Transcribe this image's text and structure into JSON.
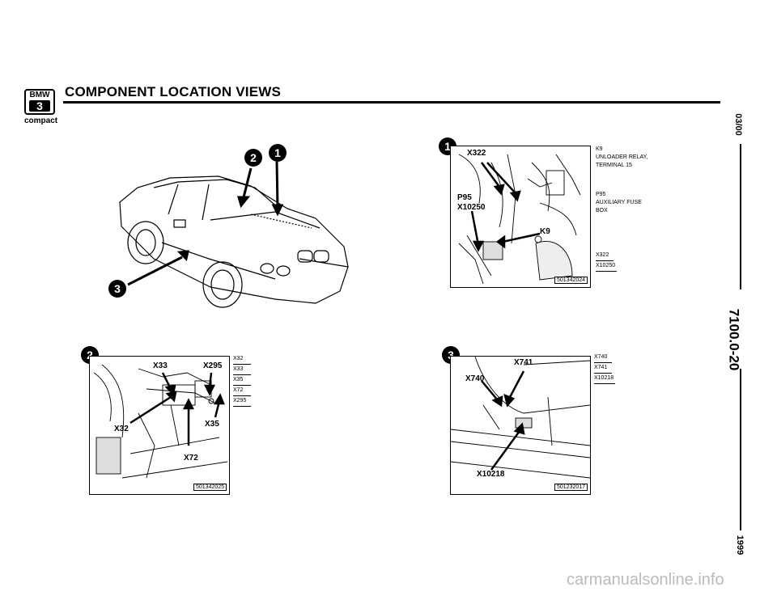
{
  "header": {
    "logo_top": "BMW",
    "logo_num": "3",
    "logo_sub": "compact",
    "title": "COMPONENT LOCATION VIEWS"
  },
  "side": {
    "date": "03/00",
    "section": "7100.0-20",
    "year": "1999"
  },
  "overview": {
    "callouts": [
      "1",
      "2",
      "3"
    ]
  },
  "view1": {
    "number": "1",
    "labels": {
      "x322": "X322",
      "p95": "P95",
      "x10250": "X10250",
      "k9": "K9"
    },
    "ref": "501342024",
    "legend": {
      "k9_code": "K9",
      "k9_desc1": "UNLOADER RELAY,",
      "k9_desc2": "TERMINAL 15",
      "p95_code": "P95",
      "p95_desc1": "AUXILIARY FUSE",
      "p95_desc2": "BOX",
      "codes": [
        "X322",
        "X10250"
      ]
    }
  },
  "view2": {
    "number": "2",
    "labels": {
      "x33": "X33",
      "x295": "X295",
      "x32": "X32",
      "x35": "X35",
      "x72": "X72"
    },
    "ref": "501342025",
    "legend": [
      "X32",
      "X33",
      "X35",
      "X72",
      "X295"
    ]
  },
  "view3": {
    "number": "3",
    "labels": {
      "x741": "X741",
      "x740": "X740",
      "x10218": "X10218"
    },
    "ref": "501232017",
    "legend": [
      "X740",
      "X741",
      "X10218"
    ]
  },
  "watermark": "carmanualsonline.info"
}
